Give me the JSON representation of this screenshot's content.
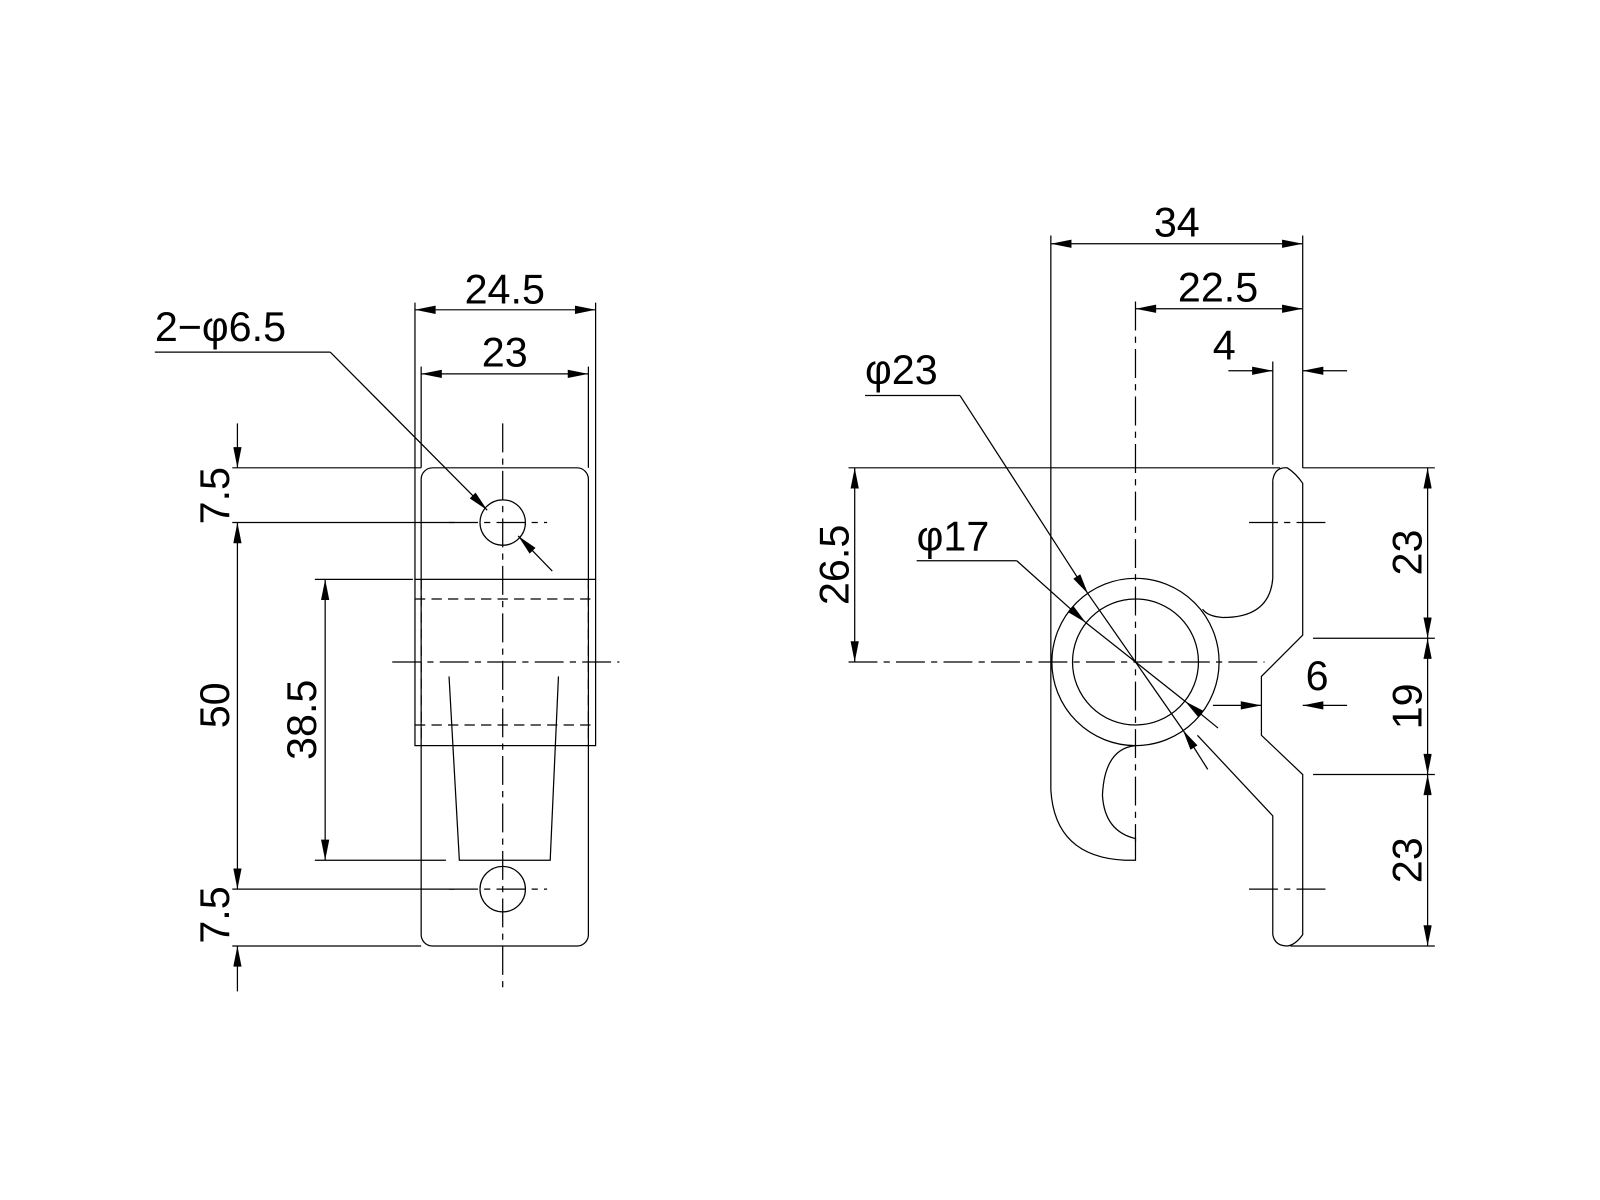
{
  "front_view": {
    "hole_callout": "2−φ6.5",
    "width_outer": "24.5",
    "width_inner": "23",
    "hole_offset_top": "7.5",
    "hole_spacing": "50",
    "hole_offset_bottom": "7.5",
    "slot_length": "38.5"
  },
  "side_view": {
    "overall_width": "34",
    "center_to_back": "22.5",
    "plate_thickness": "4",
    "outer_diameter": "φ23",
    "inner_diameter": "φ17",
    "center_height": "26.5",
    "notch_depth": "6",
    "upper_length": "23",
    "notch_length": "19",
    "lower_length": "23"
  },
  "colors": {
    "line": "#000000",
    "background": "#ffffff"
  }
}
